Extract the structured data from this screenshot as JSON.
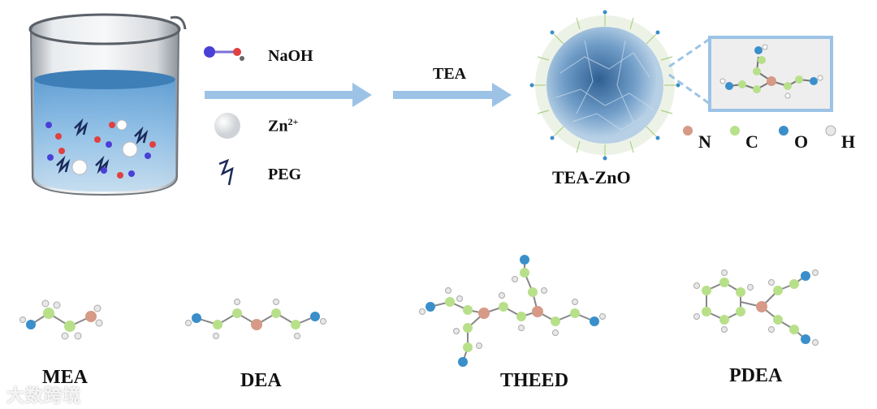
{
  "legend_top": {
    "naoh": "NaOH",
    "zn": "Zn",
    "zn_sup": "2+",
    "peg": "PEG"
  },
  "arrow_label": "TEA",
  "product_label": "TEA-ZnO",
  "atom_legend": [
    "N",
    "C",
    "O",
    "H"
  ],
  "molecules": [
    "MEA",
    "DEA",
    "THEED",
    "PDEA"
  ],
  "watermark": "大数跨境",
  "colors": {
    "nitrogen": "#d69a86",
    "carbon": "#b8e08a",
    "oxygen": "#3a8fcb",
    "hydrogen": "#e8e8e8",
    "arrow": "#9cc3e6",
    "naoh_ball": "#4a3fd6"
  }
}
